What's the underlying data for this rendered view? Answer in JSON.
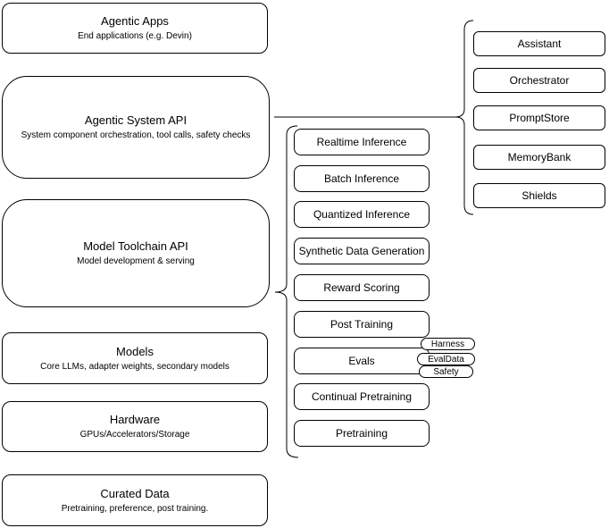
{
  "colors": {
    "border": "#000000",
    "background": "#ffffff",
    "text": "#000000"
  },
  "left_stack": [
    {
      "title": "Agentic Apps",
      "subtitle": "End applications (e.g. Devin)"
    },
    {
      "title": "Agentic System API",
      "subtitle": "System component orchestration, tool calls, safety checks"
    },
    {
      "title": "Model Toolchain API",
      "subtitle": "Model development & serving"
    },
    {
      "title": "Models",
      "subtitle": "Core LLMs, adapter weights, secondary models"
    },
    {
      "title": "Hardware",
      "subtitle": "GPUs/Accelerators/Storage"
    },
    {
      "title": "Curated Data",
      "subtitle": "Pretraining, preference, post training."
    }
  ],
  "toolchain_items": [
    "Realtime Inference",
    "Batch Inference",
    "Quantized Inference",
    "Synthetic Data Generation",
    "Reward Scoring",
    "Post Training",
    "Evals",
    "Continual Pretraining",
    "Pretraining"
  ],
  "evals_tags": [
    "Harness",
    "EvalData",
    "Safety"
  ],
  "system_items": [
    "Assistant",
    "Orchestrator",
    "PromptStore",
    "MemoryBank",
    "Shields"
  ]
}
